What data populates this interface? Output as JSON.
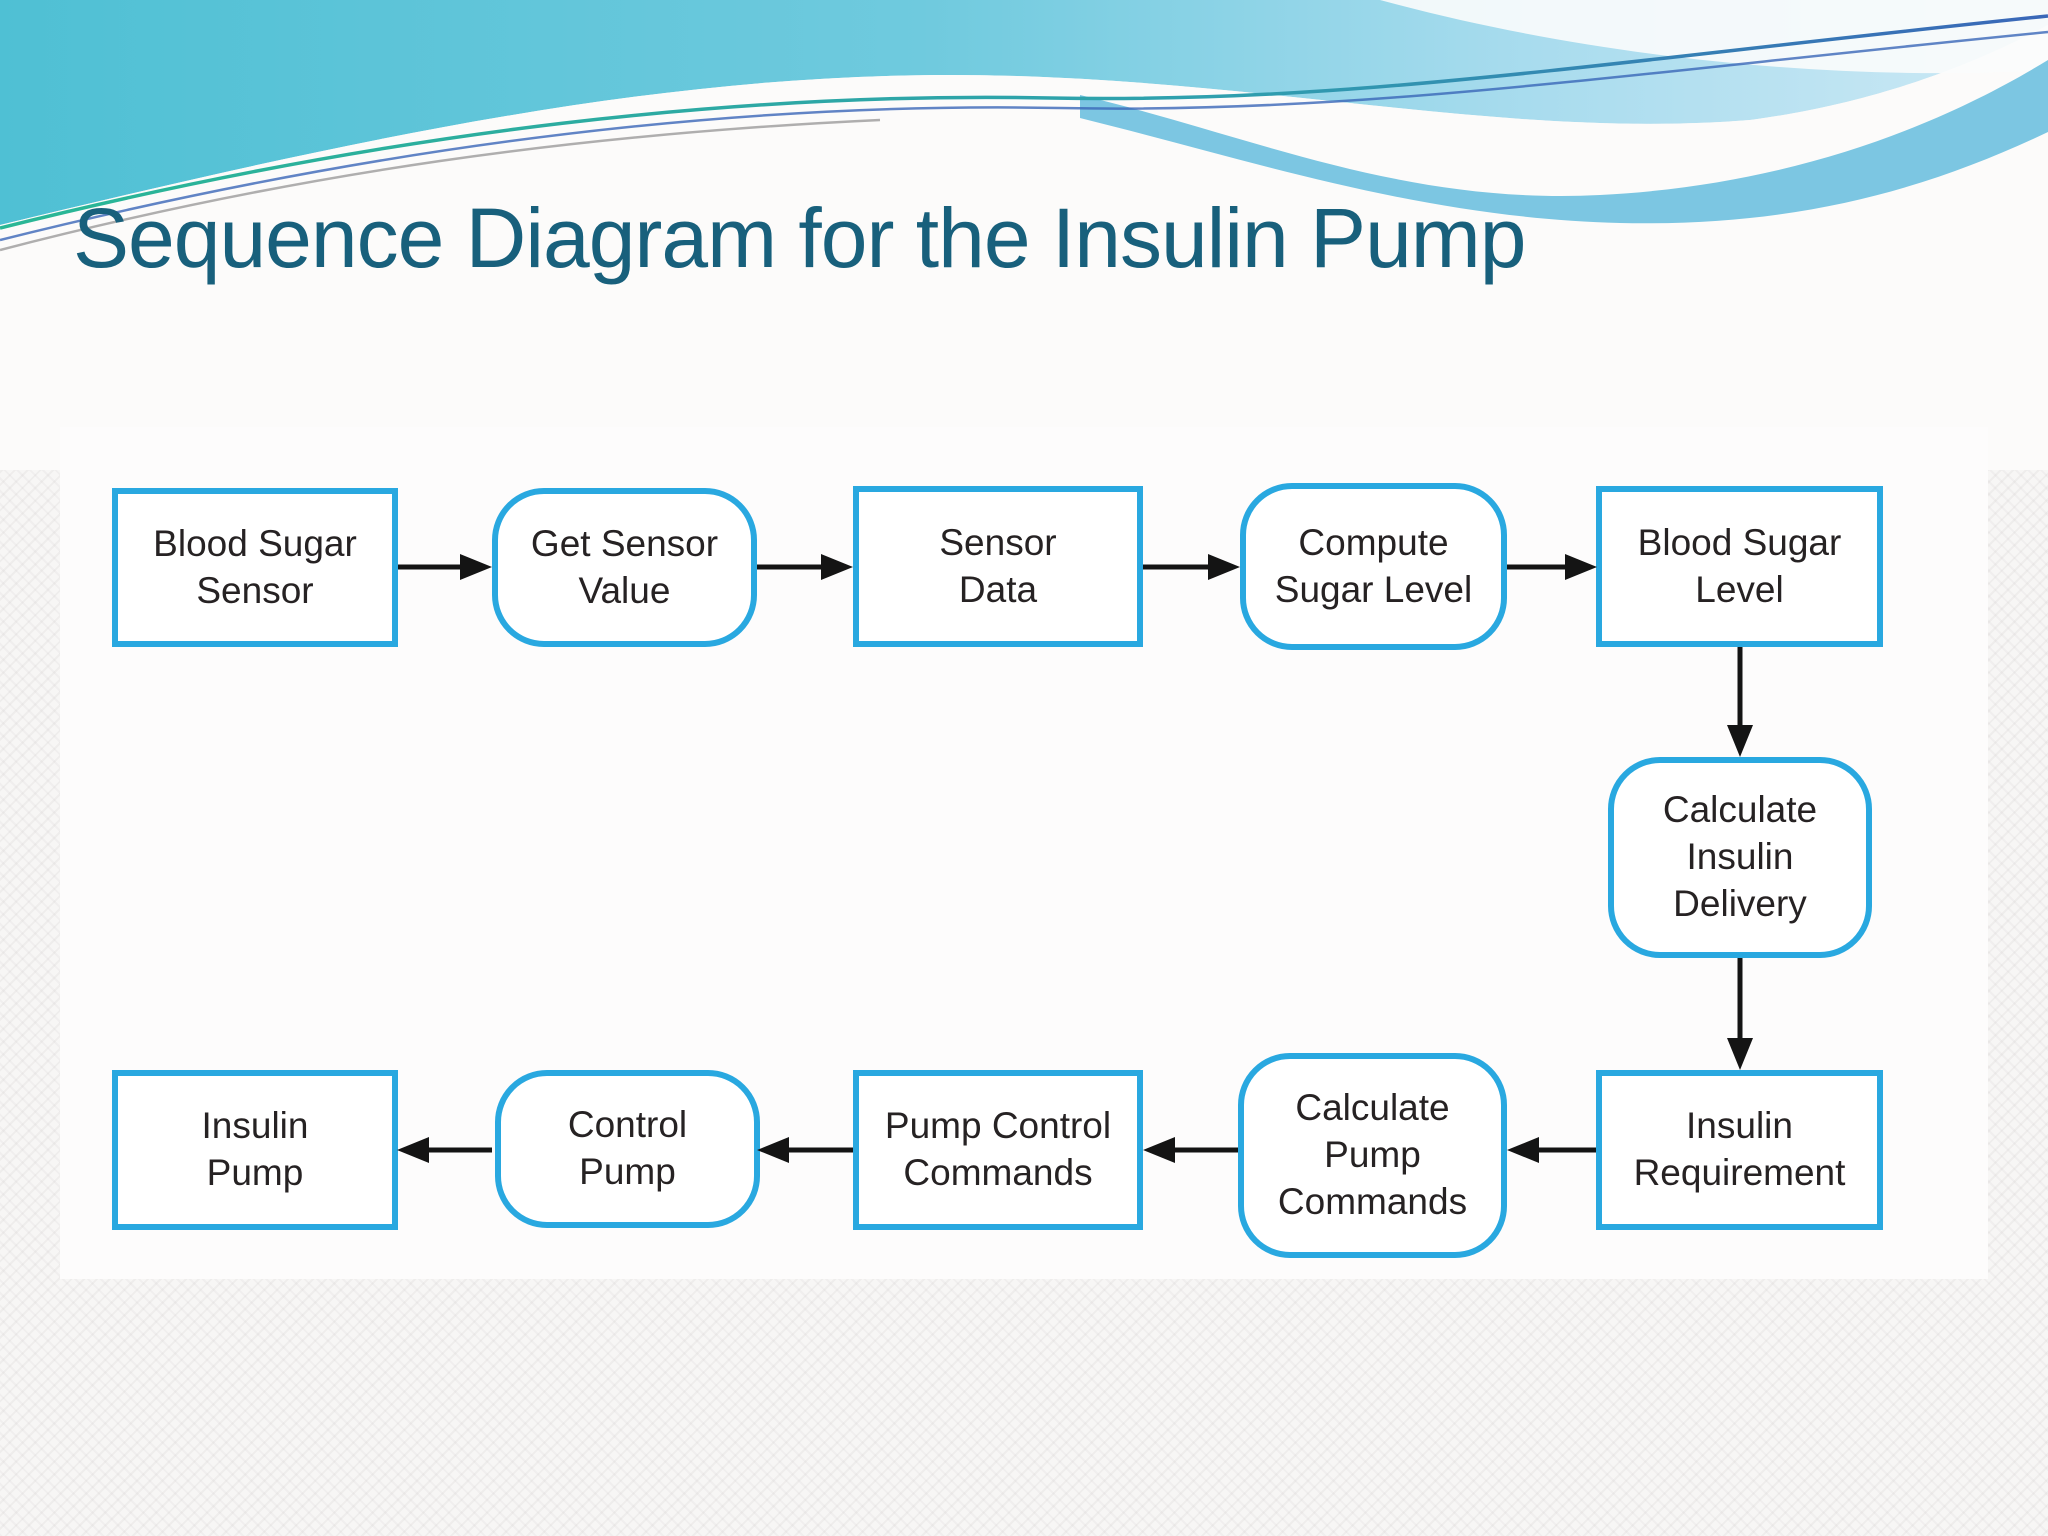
{
  "slide": {
    "title": "Sequence Diagram for the Insulin Pump"
  },
  "colors": {
    "title_teal": "#18607c",
    "node_border_blue": "#29a8e0",
    "node_fill": "#ffffff",
    "node_text": "#262223",
    "arrow_black": "#141414",
    "wave_turquoise": "#4fc0d4",
    "wave_pale_blue": "#cde9f5",
    "wave_mid_blue": "#7cc6e2",
    "accent_green": "#2ab795",
    "accent_blue": "#3a67b8"
  },
  "diagram": {
    "type": "sequence-flowchart",
    "nodes": [
      {
        "id": "blood-sugar-sensor",
        "label": "Blood Sugar\nSensor",
        "shape": "rectangle"
      },
      {
        "id": "get-sensor-value",
        "label": "Get Sensor\nValue",
        "shape": "rounded"
      },
      {
        "id": "sensor-data",
        "label": "Sensor\nData",
        "shape": "rectangle"
      },
      {
        "id": "compute-sugar-level",
        "label": "Compute\nSugar Level",
        "shape": "rounded"
      },
      {
        "id": "blood-sugar-level",
        "label": "Blood Sugar\nLevel",
        "shape": "rectangle"
      },
      {
        "id": "calculate-insulin-delivery",
        "label": "Calculate\nInsulin\nDelivery",
        "shape": "rounded"
      },
      {
        "id": "insulin-requirement",
        "label": "Insulin\nRequirement",
        "shape": "rectangle"
      },
      {
        "id": "calculate-pump-commands",
        "label": "Calculate\nPump\nCommands",
        "shape": "rounded"
      },
      {
        "id": "pump-control-commands",
        "label": "Pump Control\nCommands",
        "shape": "rectangle"
      },
      {
        "id": "control-pump",
        "label": "Control\nPump",
        "shape": "rounded"
      },
      {
        "id": "insulin-pump",
        "label": "Insulin\nPump",
        "shape": "rectangle"
      }
    ],
    "edges": [
      {
        "from": "blood-sugar-sensor",
        "to": "get-sensor-value"
      },
      {
        "from": "get-sensor-value",
        "to": "sensor-data"
      },
      {
        "from": "sensor-data",
        "to": "compute-sugar-level"
      },
      {
        "from": "compute-sugar-level",
        "to": "blood-sugar-level"
      },
      {
        "from": "blood-sugar-level",
        "to": "calculate-insulin-delivery"
      },
      {
        "from": "calculate-insulin-delivery",
        "to": "insulin-requirement"
      },
      {
        "from": "insulin-requirement",
        "to": "calculate-pump-commands"
      },
      {
        "from": "calculate-pump-commands",
        "to": "pump-control-commands"
      },
      {
        "from": "pump-control-commands",
        "to": "control-pump"
      },
      {
        "from": "control-pump",
        "to": "insulin-pump"
      }
    ]
  }
}
